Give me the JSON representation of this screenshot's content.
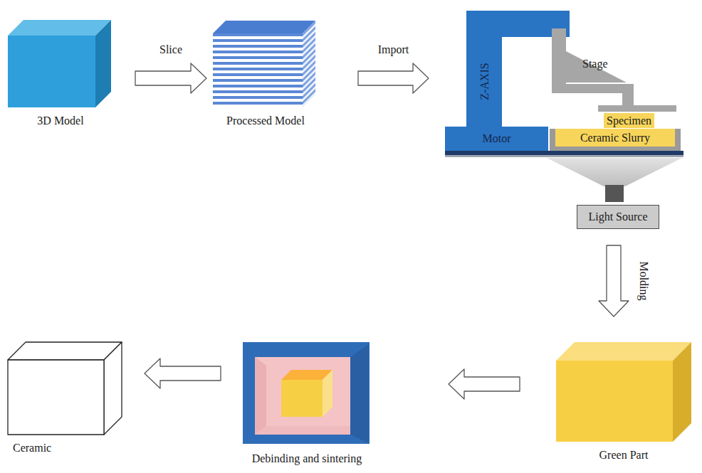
{
  "diagram": {
    "nodes": [
      {
        "text": [
          "3D Model"
        ]
      },
      {
        "text": [
          "Processed Model"
        ]
      },
      {
        "text": [
          "Z-AXIS"
        ]
      },
      {
        "text": [
          "Motor"
        ]
      },
      {
        "text": [
          "Specimen"
        ]
      },
      {
        "text": [
          "Ceramic Slurry"
        ]
      },
      {
        "text": [
          "Light Source"
        ]
      },
      {
        "text": [
          "Green Part"
        ]
      },
      {
        "text": [
          "Debinding and sintering"
        ]
      },
      {
        "text": [
          "Ceramic"
        ]
      }
    ],
    "edges": [
      {
        "from": 0,
        "to": 1,
        "label": "Slice",
        "arrow": "to"
      },
      {
        "from": 1,
        "to": 2,
        "label": "Import",
        "arrow": "to"
      },
      {
        "from": 6,
        "to": 7,
        "label": "Molding",
        "arrow": "to"
      },
      {
        "from": 7,
        "to": 8,
        "arrow": "to"
      },
      {
        "from": 8,
        "to": 9,
        "arrow": "to"
      }
    ],
    "labels": [
      "Stage"
    ]
  }
}
